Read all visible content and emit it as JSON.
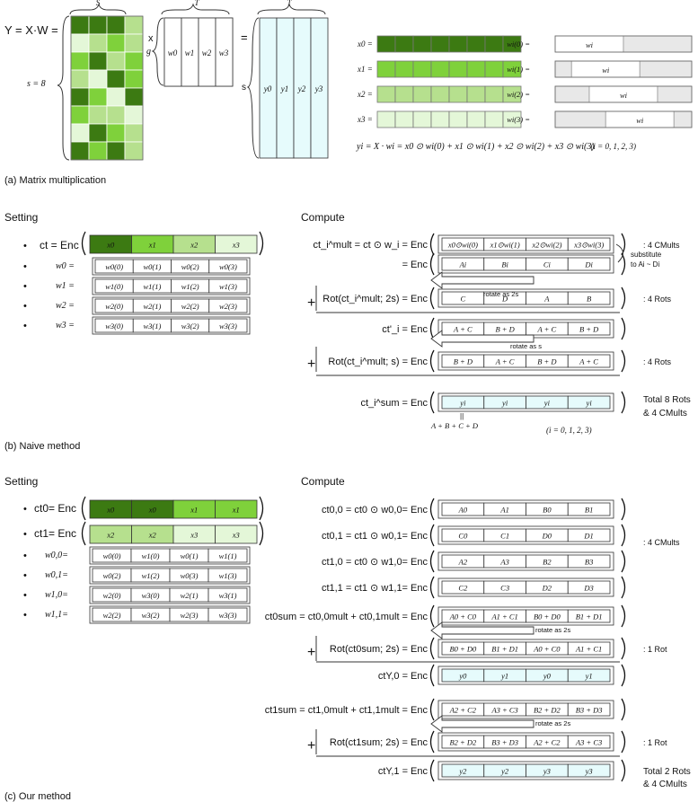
{
  "a": {
    "eq": "Y = X·W =",
    "s_label": "s = 8",
    "S_label": "S",
    "x_mul": "x",
    "T_label": "T",
    "g_label": "g",
    "w_cols": [
      "w0",
      "w1",
      "w2",
      "w3"
    ],
    "equals": "=",
    "T2_label": "T",
    "s2_label": "s",
    "y_cols": [
      "y0",
      "y1",
      "y2",
      "y3"
    ],
    "x_rows": [
      "x0",
      "x1",
      "x2",
      "x3"
    ],
    "w_rows": [
      "wi(0) =",
      "wi(1) =",
      "wi(2) =",
      "wi(3) ="
    ],
    "wi": "wi",
    "formula": "yi = X · wi = x0 ⊙ wi(0) + x1 ⊙ wi(1) + x2 ⊙ wi(2) + x3 ⊙ wi(3)",
    "range": "(i = 0, 1, 2, 3)",
    "caption": "(a) Matrix multiplication",
    "colors": {
      "dark": "#3c7a12",
      "mid": "#7fd13b",
      "light": "#b6e08e",
      "pale": "#e4f7d8",
      "cyan": "#e6fbfc"
    }
  },
  "b": {
    "setting": "Setting",
    "compute": "Compute",
    "ct": "ct = Enc",
    "ct_cells": [
      "x0",
      "x1",
      "x2",
      "x3"
    ],
    "w_labels": [
      "w0 =",
      "w1 =",
      "w2 =",
      "w3 ="
    ],
    "w_cells": [
      [
        "w0(0)",
        "w0(1)",
        "w0(2)",
        "w0(3)"
      ],
      [
        "w1(0)",
        "w1(1)",
        "w1(2)",
        "w1(3)"
      ],
      [
        "w2(0)",
        "w2(1)",
        "w2(2)",
        "w2(3)"
      ],
      [
        "w3(0)",
        "w3(1)",
        "w3(2)",
        "w3(3)"
      ]
    ],
    "rows": [
      {
        "lhs": "ct_i^mult = ct ⊙ w_i = Enc",
        "cells": [
          "x0⊙wi(0)",
          "x1⊙wi(1)",
          "x2⊙wi(2)",
          "x3⊙wi(3)"
        ],
        "note": ": 4 CMults"
      },
      {
        "lhs": "= Enc",
        "cells": [
          "Ai",
          "Bi",
          "Ci",
          "Di"
        ],
        "note": ""
      },
      {
        "lhs": "Rot(ct_i^mult; 2s) = Enc",
        "cells": [
          "C",
          "D",
          "A",
          "B"
        ],
        "note": ": 4 Rots"
      },
      {
        "lhs": "ct'_i = Enc",
        "cells": [
          "A + C",
          "B + D",
          "A + C",
          "B + D"
        ],
        "note": ""
      },
      {
        "lhs": "Rot(ct_i^mult; s) = Enc",
        "cells": [
          "B + D",
          "A + C",
          "B + D",
          "A + C"
        ],
        "note": ": 4 Rots"
      },
      {
        "lhs": "ct_i^sum = Enc",
        "cells": [
          "yi",
          "yi",
          "yi",
          "yi"
        ],
        "note": ""
      }
    ],
    "substitute": "substitute",
    "substitute2": "to Ai ~ Di",
    "rot2s": "rotate as 2s",
    "rots": "rotate as s",
    "sum_expr": "A + B + C + D",
    "range": "(i = 0, 1, 2, 3)",
    "total1": "Total 8 Rots",
    "total2": "& 4 CMults",
    "caption": "(b) Naive method"
  },
  "c": {
    "setting": "Setting",
    "compute": "Compute",
    "ct0": "ct0= Enc",
    "ct0_cells": [
      "x0",
      "x0",
      "x1",
      "x1"
    ],
    "ct1": "ct1= Enc",
    "ct1_cells": [
      "x2",
      "x2",
      "x3",
      "x3"
    ],
    "w_labels": [
      "w0,0=",
      "w0,1=",
      "w1,0=",
      "w1,1="
    ],
    "w_cells": [
      [
        "w0(0)",
        "w1(0)",
        "w0(1)",
        "w1(1)"
      ],
      [
        "w0(2)",
        "w1(2)",
        "w0(3)",
        "w1(3)"
      ],
      [
        "w2(0)",
        "w3(0)",
        "w2(1)",
        "w3(1)"
      ],
      [
        "w2(2)",
        "w3(2)",
        "w2(3)",
        "w3(3)"
      ]
    ],
    "mult_rows": [
      {
        "lhs": "ct0,0 = ct0 ⊙ w0,0= Enc",
        "cells": [
          "A0",
          "A1",
          "B0",
          "B1"
        ]
      },
      {
        "lhs": "ct0,1 = ct1 ⊙ w0,1= Enc",
        "cells": [
          "C0",
          "C1",
          "D0",
          "D1"
        ]
      },
      {
        "lhs": "ct1,0 = ct0 ⊙ w1,0= Enc",
        "cells": [
          "A2",
          "A3",
          "B2",
          "B3"
        ]
      },
      {
        "lhs": "ct1,1 = ct1 ⊙ w1,1= Enc",
        "cells": [
          "C2",
          "C3",
          "D2",
          "D3"
        ]
      }
    ],
    "cmults": ": 4 CMults",
    "sum0": {
      "lhs": "ct0sum = ct0,0mult + ct0,1mult = Enc",
      "cells": [
        "A0 + C0",
        "A1 + C1",
        "B0 + D0",
        "B1 + D1"
      ]
    },
    "rot0": {
      "lhs": "Rot(ct0sum; 2s) = Enc",
      "cells": [
        "B0 + D0",
        "B1 + D1",
        "A0 + C0",
        "A1 + C1"
      ]
    },
    "out0": {
      "lhs": "ctY,0 = Enc",
      "cells": [
        "y0",
        "y1",
        "y0",
        "y1"
      ]
    },
    "sum1": {
      "lhs": "ct1sum = ct1,0mult + ct1,1mult = Enc",
      "cells": [
        "A2 + C2",
        "A3 + C3",
        "B2 + D2",
        "B3 + D3"
      ]
    },
    "rot1": {
      "lhs": "Rot(ct1sum; 2s) = Enc",
      "cells": [
        "B2 + D2",
        "B3 + D3",
        "A2 + C2",
        "A3 + C3"
      ]
    },
    "out1": {
      "lhs": "ctY,1 = Enc",
      "cells": [
        "y2",
        "y2",
        "y3",
        "y3"
      ]
    },
    "rot2s": "rotate as 2s",
    "rot_note": ": 1 Rot",
    "total1": "Total 2 Rots",
    "total2": "& 4 CMults",
    "caption": "(c) Our method"
  }
}
